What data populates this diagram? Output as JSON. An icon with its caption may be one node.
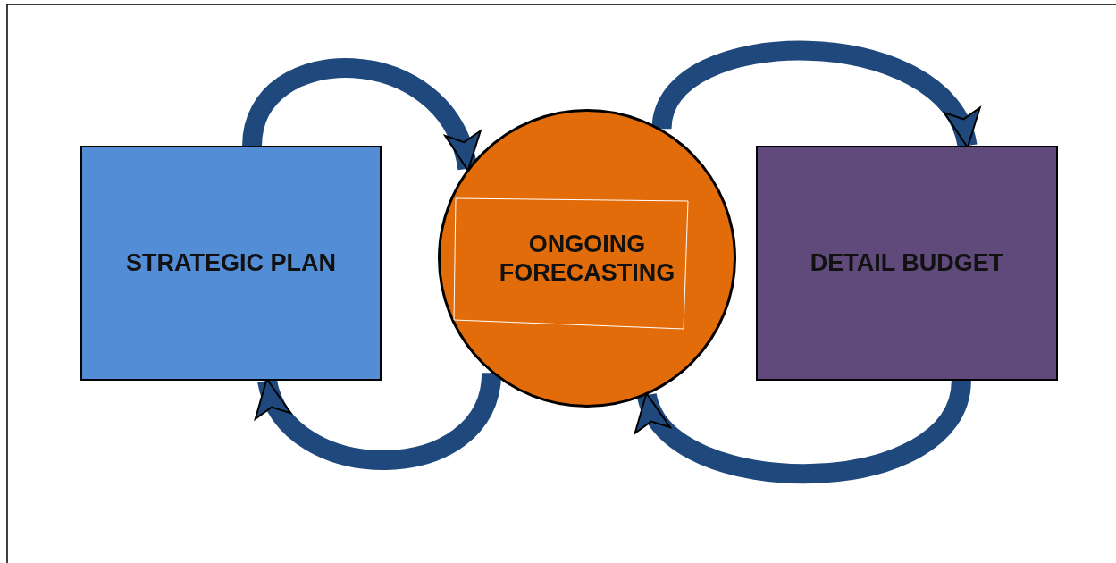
{
  "diagram": {
    "nodes": [
      {
        "text": [
          "STRATEGIC PLAN"
        ]
      },
      {
        "text": [
          "ONGOING FORECASTING"
        ]
      },
      {
        "text": [
          "DETAIL BUDGET"
        ]
      }
    ],
    "edges": [
      {
        "from": 0,
        "to": 1,
        "arrow": "to"
      },
      {
        "from": 1,
        "to": 2,
        "arrow": "to"
      },
      {
        "from": 2,
        "to": 1,
        "arrow": "to"
      },
      {
        "from": 1,
        "to": 0,
        "arrow": "to"
      }
    ]
  }
}
